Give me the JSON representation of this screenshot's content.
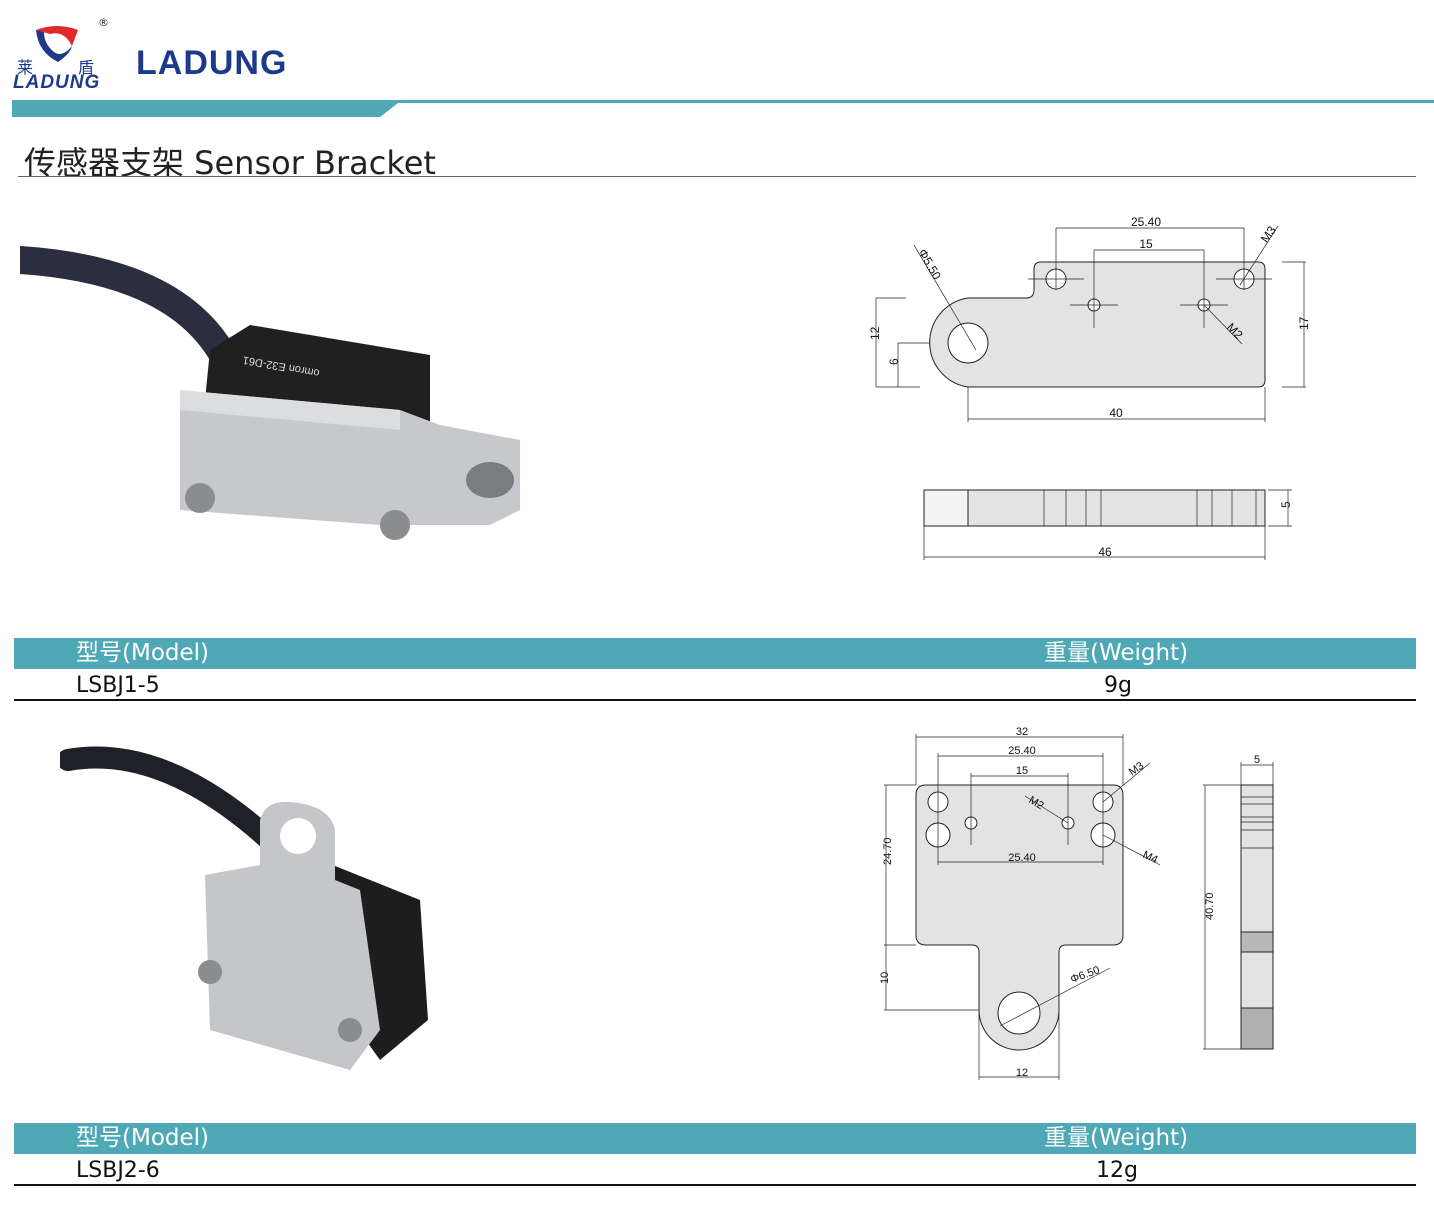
{
  "header": {
    "logo_cn_left": "莱",
    "logo_cn_right": "盾",
    "logo_en": "LADUNG",
    "registered": "®",
    "brand": "LADUNG",
    "accent": "#4fa8b5"
  },
  "page_title": "传感器支架 Sensor Bracket",
  "products": [
    {
      "table": {
        "model_header": "型号(Model)",
        "weight_header": "重量(Weight)",
        "model": "LSBJ1-5",
        "weight": "9g"
      },
      "photo_label": "omron E32-D61",
      "drawing": {
        "d1": "25.40",
        "d2": "15",
        "d3": "M3",
        "d4": "Φ5.50",
        "d5": "M2",
        "d6": "12",
        "d7": "6",
        "d8": "17",
        "d9": "40",
        "d10": "46",
        "d11": "5"
      }
    },
    {
      "table": {
        "model_header": "型号(Model)",
        "weight_header": "重量(Weight)",
        "model": "LSBJ2-6",
        "weight": "12g"
      },
      "drawing": {
        "d1": "32",
        "d2": "25.40",
        "d3": "15",
        "d4": "M3",
        "d5": "M2",
        "d6": "M4",
        "d7": "25.40",
        "d8": "24.70",
        "d9": "10",
        "d10": "Φ6.50",
        "d11": "12",
        "d12": "5",
        "d13": "40.70"
      }
    }
  ]
}
